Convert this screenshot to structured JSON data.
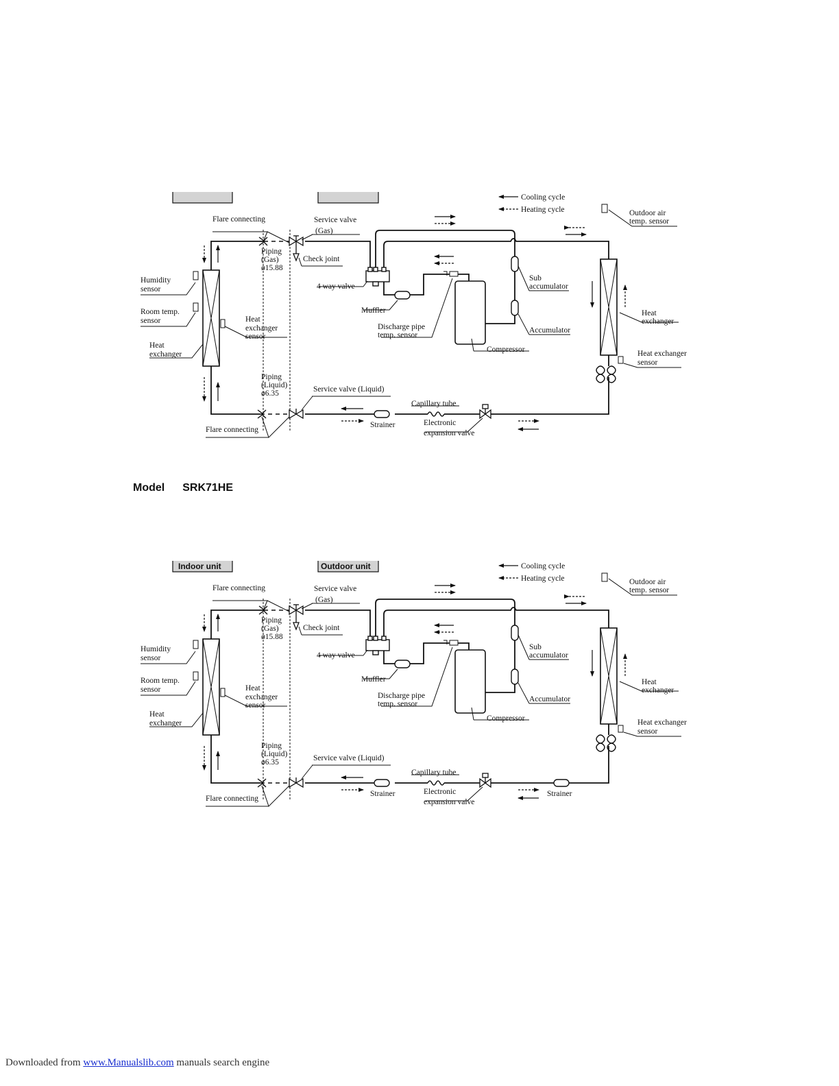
{
  "model_heading": {
    "label": "Model",
    "value": "SRK71HE"
  },
  "diagrams": [
    {
      "id": "upper",
      "unit_labels": {
        "indoor": "",
        "outdoor": ""
      },
      "legend": {
        "cooling": "Cooling cycle",
        "heating": "Heating cycle"
      },
      "labels": {
        "flare_top": "Flare connecting",
        "service_gas_1": "Service valve",
        "service_gas_2": "(Gas)",
        "piping_gas_1": "Piping",
        "piping_gas_2": "(Gas)",
        "piping_gas_3": "ø15.88",
        "check_joint": "Check joint",
        "humidity_1": "Humidity",
        "humidity_2": "sensor",
        "room_1": "Room temp.",
        "room_2": "sensor",
        "hx_in_1": "Heat",
        "hx_in_2": "exchanger",
        "hx_sensor_1": "Heat",
        "hx_sensor_2": "exchanger",
        "hx_sensor_3": "sensor",
        "four_way": "4 way valve",
        "muffler": "Muffler",
        "discharge_1": "Discharge pipe",
        "discharge_2": "temp. sensor",
        "compressor": "Compressor",
        "sub_acc_1": "Sub",
        "sub_acc_2": "accumulator",
        "accumulator": "Accumulator",
        "outdoor_air_1": "Outdoor air",
        "outdoor_air_2": "temp. sensor",
        "hx_out_1": "Heat",
        "hx_out_2": "exchanger",
        "hx_out_sensor_1": "Heat exchanger",
        "hx_out_sensor_2": "sensor",
        "piping_liq_1": "Piping",
        "piping_liq_2": "(Liquid)",
        "piping_liq_3": "ø6.35",
        "service_liquid": "Service valve (Liquid)",
        "capillary": "Capillary tube",
        "strainer": "Strainer",
        "eev_1": "Electronic",
        "eev_2": "expansion valve",
        "flare_bottom": "Flare connecting",
        "strainer_right": ""
      }
    },
    {
      "id": "lower",
      "unit_labels": {
        "indoor": "Indoor unit",
        "outdoor": "Outdoor unit"
      },
      "legend": {
        "cooling": "Cooling cycle",
        "heating": "Heating cycle"
      },
      "labels": {
        "flare_top": "Flare connecting",
        "service_gas_1": "Service valve",
        "service_gas_2": "(Gas)",
        "piping_gas_1": "Piping",
        "piping_gas_2": "(Gas)",
        "piping_gas_3": "ø15.88",
        "check_joint": "Check joint",
        "humidity_1": "Humidity",
        "humidity_2": "sensor",
        "room_1": "Room temp.",
        "room_2": "sensor",
        "hx_in_1": "Heat",
        "hx_in_2": "exchanger",
        "hx_sensor_1": "Heat",
        "hx_sensor_2": "exchanger",
        "hx_sensor_3": "sensor",
        "four_way": "4 way valve",
        "muffler": "Muffler",
        "discharge_1": "Discharge pipe",
        "discharge_2": "temp. sensor",
        "compressor": "Compressor",
        "sub_acc_1": "Sub",
        "sub_acc_2": "accumulator",
        "accumulator": "Accumulator",
        "outdoor_air_1": "Outdoor air",
        "outdoor_air_2": "temp. sensor",
        "hx_out_1": "Heat",
        "hx_out_2": "exchanger",
        "hx_out_sensor_1": "Heat exchanger",
        "hx_out_sensor_2": "sensor",
        "piping_liq_1": "Piping",
        "piping_liq_2": "(Liquid)",
        "piping_liq_3": "ø6.35",
        "service_liquid": "Service valve (Liquid)",
        "capillary": "Capillary tube",
        "strainer": "Strainer",
        "eev_1": "Electronic",
        "eev_2": "expansion valve",
        "flare_bottom": "Flare connecting",
        "strainer_right": "Strainer"
      }
    }
  ],
  "footer": {
    "prefix": "Downloaded from",
    "link": "www.Manualslib.com",
    "suffix": "manuals search engine"
  }
}
